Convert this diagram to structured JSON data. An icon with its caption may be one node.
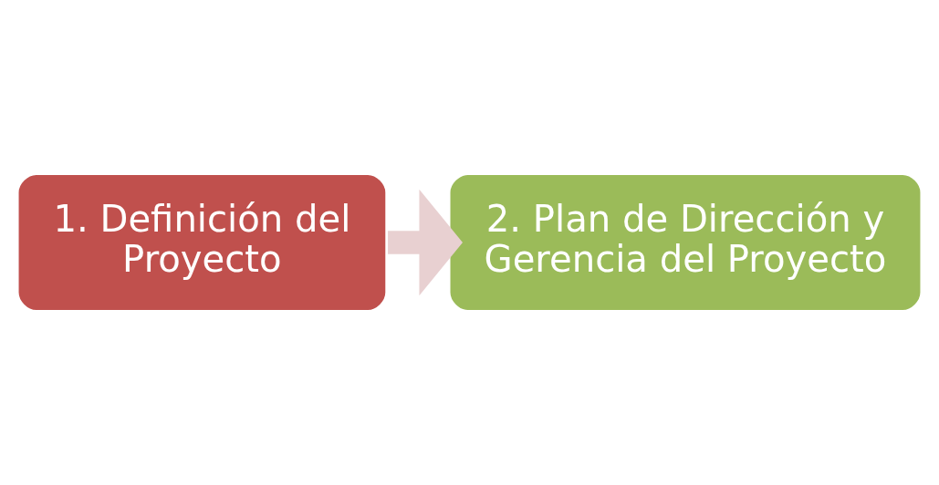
{
  "diagram": {
    "nodes": [
      {
        "text": [
          "1. Definición del Proyecto"
        ]
      },
      {
        "text": [
          "2. Plan de Dirección y Gerencia del Proyecto"
        ]
      }
    ],
    "edges": [
      {
        "from": 0,
        "to": 1,
        "arrow": "to",
        "color": "#e8d0d1"
      }
    ]
  }
}
